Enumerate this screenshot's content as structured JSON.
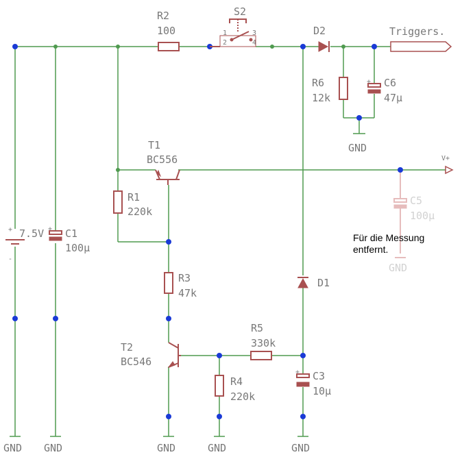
{
  "components": {
    "r2": {
      "name": "R2",
      "value": "100"
    },
    "s2": {
      "name": "S2",
      "pin1": "1",
      "pin2": "2",
      "pin3": "3",
      "pin4": "4"
    },
    "d2": {
      "name": "D2"
    },
    "trigger": {
      "label": "Triggers."
    },
    "r6": {
      "name": "R6",
      "value": "12k"
    },
    "c6": {
      "name": "C6",
      "value": "47µ"
    },
    "t1": {
      "name": "T1",
      "type": "BC556"
    },
    "vplus": {
      "label": "V+"
    },
    "c5": {
      "name": "C5",
      "value": "100µ"
    },
    "battery": {
      "value": "7.5V"
    },
    "c1": {
      "name": "C1",
      "value": "100µ"
    },
    "r1": {
      "name": "R1",
      "value": "220k"
    },
    "r3": {
      "name": "R3",
      "value": "47k"
    },
    "d1": {
      "name": "D1"
    },
    "t2": {
      "name": "T2",
      "type": "BC546"
    },
    "r5": {
      "name": "R5",
      "value": "330k"
    },
    "r4": {
      "name": "R4",
      "value": "220k"
    },
    "c3": {
      "name": "C3",
      "value": "10µ"
    }
  },
  "note": {
    "line1": "Für die Messung",
    "line2": "entfernt."
  },
  "gnd_label": "GND",
  "colors": {
    "wire": "#4f9a4f",
    "part": "#a85050",
    "ghost": "#e6bcbc",
    "dot": "#1a3ad6",
    "label": "#787878"
  }
}
